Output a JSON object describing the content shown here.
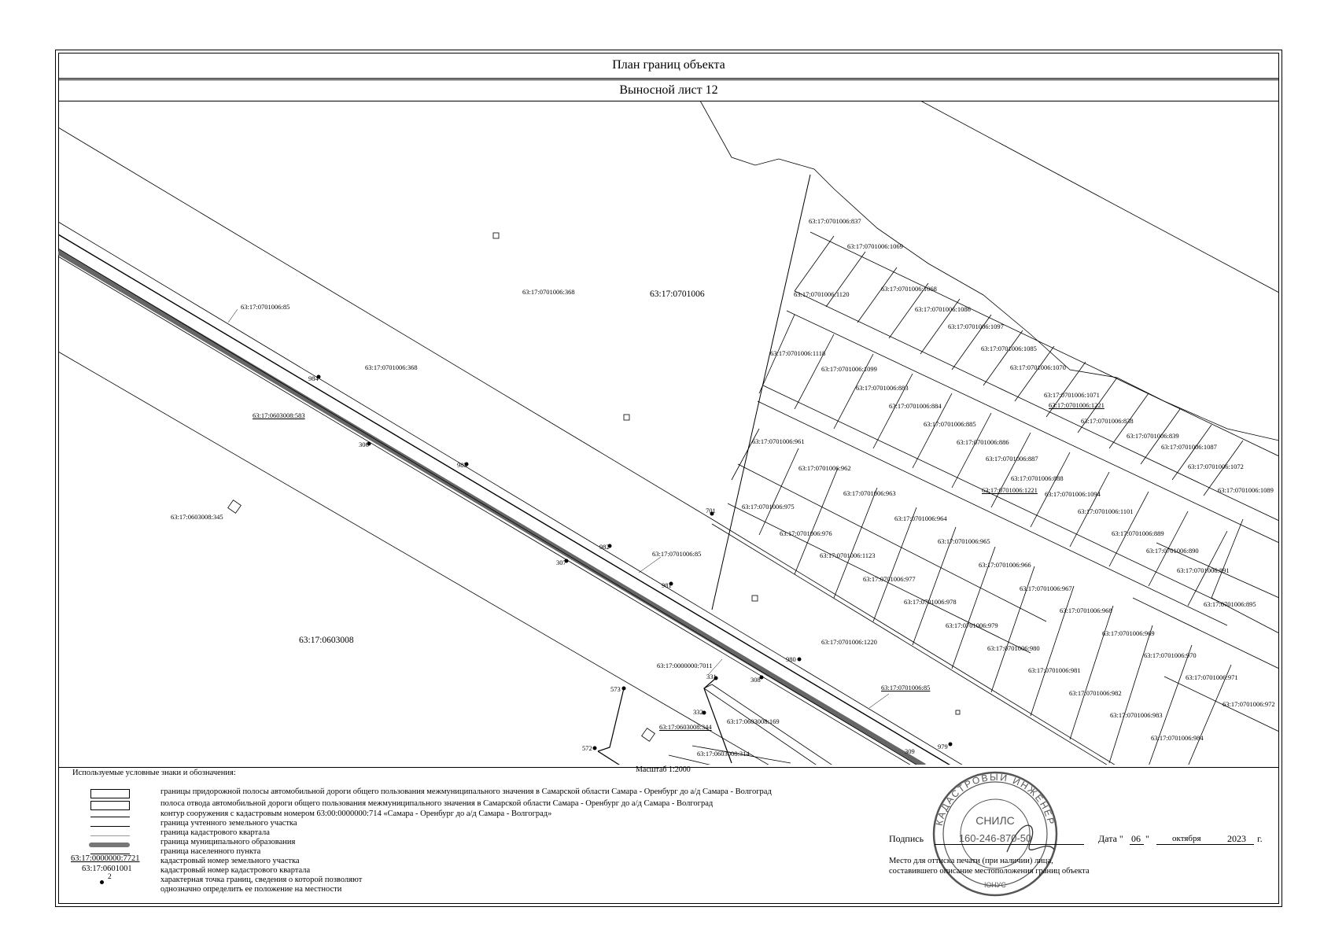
{
  "header": {
    "title": "План границ объекта",
    "subtitle": "Выносной лист 12"
  },
  "scale": "Масштаб 1:2000",
  "blocks": {
    "north": "63:17:0701006",
    "south": "63:17:0603008"
  },
  "parcels": {
    "p368a": "63:17:0701006:368",
    "p368b": "63:17:0701006:368",
    "p85a": "63:17:0701006:85",
    "p85b": "63:17:0701006:85",
    "p85c": "63:17:0701006:85",
    "p583": "63:17:0603008:583",
    "p345": "63:17:0603008:345",
    "p7011": "63:17:0000000:7011",
    "p344": "63:17:0603008:344",
    "p169": "63:17:0603008:169",
    "p314": "63:17:0603008:314",
    "p1220": "63:17:0701006:1220",
    "p837": "63:17:0701006:837",
    "p1069": "63:17:0701006:1069",
    "p1120": "63:17:0701006:1120",
    "p1068": "63:17:0701006:1068",
    "p1086": "63:17:0701006:1086",
    "p1097": "63:17:0701006:1097",
    "p1085": "63:17:0701006:1085",
    "p1070": "63:17:0701006:1070",
    "p1118": "63:17:0701006:1118",
    "p1099": "63:17:0701006:1099",
    "p883": "63:17:0701006:883",
    "p884": "63:17:0701006:884",
    "p885": "63:17:0701006:885",
    "p886": "63:17:0701006:886",
    "p1071": "63:17:0701006:1071",
    "p1221a": "63:17:0701006:1221",
    "p1221b": "63:17:0701006:1221",
    "p838": "63:17:0701006:838",
    "p839": "63:17:0701006:839",
    "p1087": "63:17:0701006:1087",
    "p1072": "63:17:0701006:1072",
    "p1089": "63:17:0701006:1089",
    "p961": "63:17:0701006:961",
    "p962": "63:17:0701006:962",
    "p887": "63:17:0701006:887",
    "p888": "63:17:0701006:888",
    "p963": "63:17:0701006:963",
    "p1094": "63:17:0701006:1094",
    "p1101": "63:17:0701006:1101",
    "p975": "63:17:0701006:975",
    "p964": "63:17:0701006:964",
    "p889": "63:17:0701006:889",
    "p976": "63:17:0701006:976",
    "p965": "63:17:0701006:965",
    "p890": "63:17:0701006:890",
    "p1123": "63:17:0701006:1123",
    "p966": "63:17:0701006:966",
    "p891": "63:17:0701006:891",
    "p977": "63:17:0701006:977",
    "p967": "63:17:0701006:967",
    "p978": "63:17:0701006:978",
    "p968": "63:17:0701006:968",
    "p895": "63:17:0701006:895",
    "p979": "63:17:0701006:979",
    "p969": "63:17:0701006:969",
    "p980": "63:17:0701006:980",
    "p970": "63:17:0701006:970",
    "p981": "63:17:0701006:981",
    "p971": "63:17:0701006:971",
    "p982": "63:17:0701006:982",
    "p972": "63:17:0701006:972",
    "p983": "63:17:0701006:983",
    "p984": "63:17:0701006:984"
  },
  "points": {
    "p984": "984",
    "p983": "983",
    "p982": "982",
    "p981": "981",
    "p980": "980",
    "p979": "979",
    "p306": "306",
    "p307": "307",
    "p308": "308",
    "p309": "309",
    "p701": "701",
    "p331": "331",
    "p332": "332",
    "p573": "573",
    "p572": "572"
  },
  "legend": {
    "title": "Используемые условные знаки и обозначения:",
    "items": [
      "границы придорожной полосы автомобильной дороги общего пользования межмуниципального значения в Самарской области Самара - Оренбург до а/д Самара - Волгоград",
      "полоса отвода автомобильной дороги общего пользования межмуниципального значения в Самарской области Самара - Оренбург до а/д Самара - Волгоград",
      "контур сооружения с кадастровым номером 63:00:0000000:714 «Самара - Оренбург до а/д Самара - Волгоград»",
      "граница учтенного земельного участка",
      "граница кадастрового квартала",
      "граница муниципального образования",
      "граница населенного пункта",
      "кадастровый номер земельного участка",
      "кадастровый номер кадастрового квартала",
      "характерная точка границ, сведения о которой позволяют",
      "однозначно определить ее положение на местности"
    ],
    "sample_parcel": "63:17:0000000:7721",
    "sample_block": "63:17:0601001",
    "sample_point": "2"
  },
  "signature": {
    "sign_label": "Подпись",
    "date_label": "Дата \"",
    "day": "06",
    "day_close": "\"",
    "month": "октября",
    "year": "2023",
    "year_suffix": "г.",
    "stamp_line1": "Место для оттиска печати (при наличии) лица,",
    "stamp_line2": "составившего описание местоположения границ объекта",
    "stamp_text_top": "КАДАСТРОВЫЙ ИНЖЕНЕР",
    "stamp_snils": "СНИЛС",
    "stamp_number": "160-246-870-50",
    "stamp_name": "ЮНУС"
  }
}
